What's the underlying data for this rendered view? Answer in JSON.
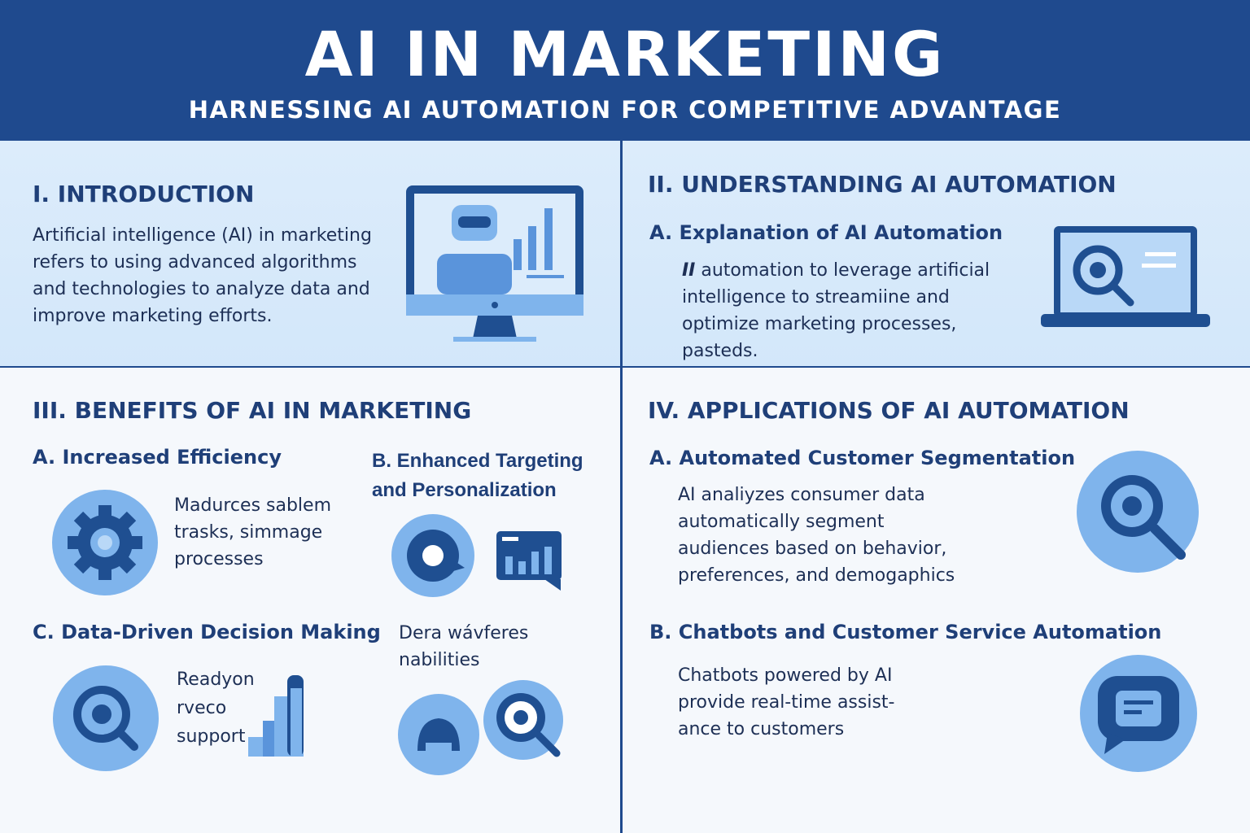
{
  "header": {
    "title": "AI IN MARKETING",
    "subtitle": "HARNESSING AI AUTOMATION FOR COMPETITIVE ADVANTAGE"
  },
  "intro": {
    "heading": "I. INTRODUCTION",
    "text": "Artificial intelligence (AI) in marketing refers to using advanced algorithms and technologies to analyze data and improve marketing efforts.",
    "icon": "computer-robot-chart-icon"
  },
  "understanding": {
    "heading": "II. UNDERSTANDING AI AUTOMATION",
    "sub_heading": "A.  Explanation of AI Automation",
    "text_prefix": "II",
    "text": " automation to leverage artificial intelligence to streamiine and optimize marketing processes, pasteds.",
    "icon": "laptop-search-icon"
  },
  "benefits": {
    "heading": "III. BENEFITS OF AI IN MARKETING",
    "a": {
      "heading": "A.  Increased Efficiency",
      "text": "Madurces sablem trasks, simmage processes",
      "icon": "gear-icon"
    },
    "b": {
      "heading": "B.  Enhanced Targeting and Personalization",
      "text": "Dera wávferes nabilities",
      "icons": [
        "puzzle-chat-icon",
        "chart-board-icon",
        "user-icon",
        "target-search-icon"
      ]
    },
    "c": {
      "heading": "C.  Data-Driven Decision Making",
      "text": "Readyon rveco support",
      "icons": [
        "search-analytics-icon",
        "bar-growth-icon"
      ]
    }
  },
  "applications": {
    "heading": "IV. APPLICATIONS OF AI AUTOMATION",
    "a": {
      "heading": "A. Automated Customer Segmentation",
      "text": "AI analiyzes consumer data automatically segment audiences based on behavior, preferences, and demogaphics",
      "icon": "search-segment-icon"
    },
    "b": {
      "heading": "B. Chatbots and Customer Service Automation",
      "text": "Chatbots powered by AI provide real-time assist-ance to customers",
      "icon": "chat-bubble-icon"
    }
  },
  "colors": {
    "primary": "#1f4a8e",
    "light": "#7fb4ec",
    "panel": "#d6e9fb",
    "background": "#f5f8fc"
  }
}
